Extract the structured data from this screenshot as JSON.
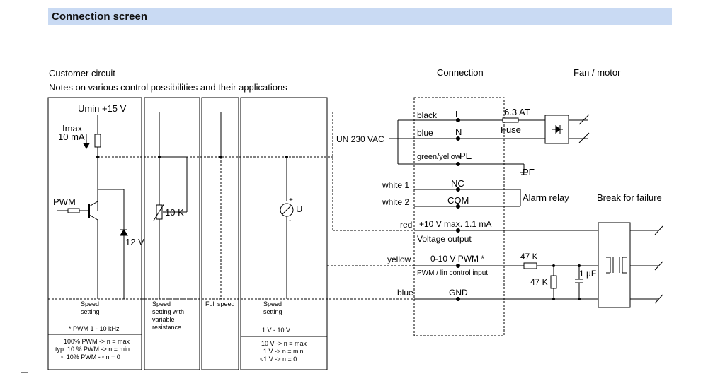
{
  "header": {
    "title": "Connection screen"
  },
  "columns": {
    "customer": "Customer circuit",
    "notes": "Notes on various control possibilities and their applications",
    "connection": "Connection",
    "fan": "Fan / motor"
  },
  "circuit": {
    "umin": "Umin +15 V",
    "imax1": "Imax",
    "imax2": "10 mA",
    "pwm": "PWM",
    "zener": "12 V",
    "pot": "10 K",
    "meter": "U"
  },
  "terminals": {
    "black": "black",
    "blue": "blue",
    "green_yellow": "green/yellow",
    "L": "L",
    "N": "N",
    "PE": "PE",
    "un": "UN 230 VAC",
    "fuse_rating": "6.3 AT",
    "fuse": "Fuse",
    "pe_out": "PE",
    "white1": "white 1",
    "white2": "white 2",
    "NC": "NC",
    "COM": "COM",
    "alarm": "Alarm relay",
    "break": "Break for failure",
    "red": "red",
    "vout_val": "+10 V max. 1.1 mA",
    "vout": "Voltage output",
    "yellow": "yellow",
    "ctrl_val": "0-10 V  PWM *",
    "ctrl": "PWM / lin control input",
    "r1": "47 K",
    "r2": "47 K",
    "cap": "1 µF",
    "gnd_wire": "blue",
    "gnd": "GND"
  },
  "bottom": {
    "b1_line1": "Speed",
    "b1_line2": "setting",
    "b1_note": "* PWM 1 - 10 kHz",
    "b1_r1": "100% PWM -> n = max",
    "b1_r2": "typ. 10 % PWM -> n = min",
    "b1_r3": "< 10% PWM -> n = 0",
    "b2_line1": "Speed",
    "b2_line2": "setting with",
    "b2_line3": "variable",
    "b2_line4": "resistance",
    "b3_line1": "Full speed",
    "b4_line1": "Speed",
    "b4_line2": "setting",
    "b4_note": "1 V - 10 V",
    "b4_r1": "10 V -> n = max",
    "b4_r2": "1 V -> n = min",
    "b4_r3": "<1 V -> n = 0"
  }
}
